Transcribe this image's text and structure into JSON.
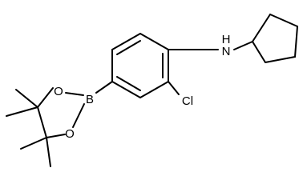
{
  "molecule": {
    "atoms": {
      "nitrogen": "N",
      "hydrogen": "H",
      "chlorine": "Cl",
      "oxygen_top": "O",
      "oxygen_bottom": "O",
      "boron": "B"
    }
  },
  "colors": {
    "bond": "#000000",
    "background": "#ffffff"
  }
}
